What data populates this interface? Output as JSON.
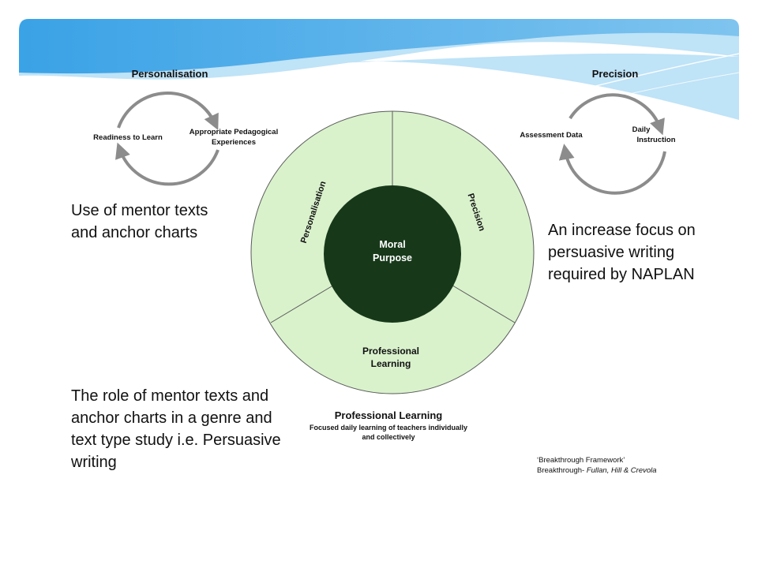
{
  "colors": {
    "banner_light": "#bfe3f7",
    "banner_mid": "#7fc4ef",
    "banner_deep": "#3aa2e6",
    "ring_fill": "#d9f2cc",
    "ring_stroke": "#5a5a5a",
    "core_fill": "#17391a",
    "cycle_arrow": "#8c8c8c"
  },
  "personalisation_cycle": {
    "title": "Personalisation",
    "left_node": "Readiness to Learn",
    "right_node_line1": "Appropriate Pedagogical",
    "right_node_line2": "Experiences"
  },
  "precision_cycle": {
    "title": "Precision",
    "left_node": "Assessment Data",
    "right_node_line1": "Daily",
    "right_node_line2": "Instruction"
  },
  "wheel": {
    "core_line1": "Moral",
    "core_line2": "Purpose",
    "segment_left": "Personalisation",
    "segment_right": "Precision",
    "segment_bottom_line1": "Professional",
    "segment_bottom_line2": "Learning"
  },
  "professional_learning_caption": {
    "title": "Professional Learning",
    "line1": "Focused daily learning of teachers individually",
    "line2": "and collectively"
  },
  "notes": {
    "mentor_texts": "Use of mentor texts and anchor charts",
    "naplan": "An increase focus on persuasive writing required by NAPLAN",
    "role_of_mentor_texts": "The role of mentor texts and anchor charts in a genre and text type study i.e. Persuasive writing"
  },
  "citation": {
    "line1": "‘Breakthrough Framework’",
    "line2_prefix": "Breakthrough- ",
    "line2_authors": "Fullan, Hill & Crevola"
  }
}
